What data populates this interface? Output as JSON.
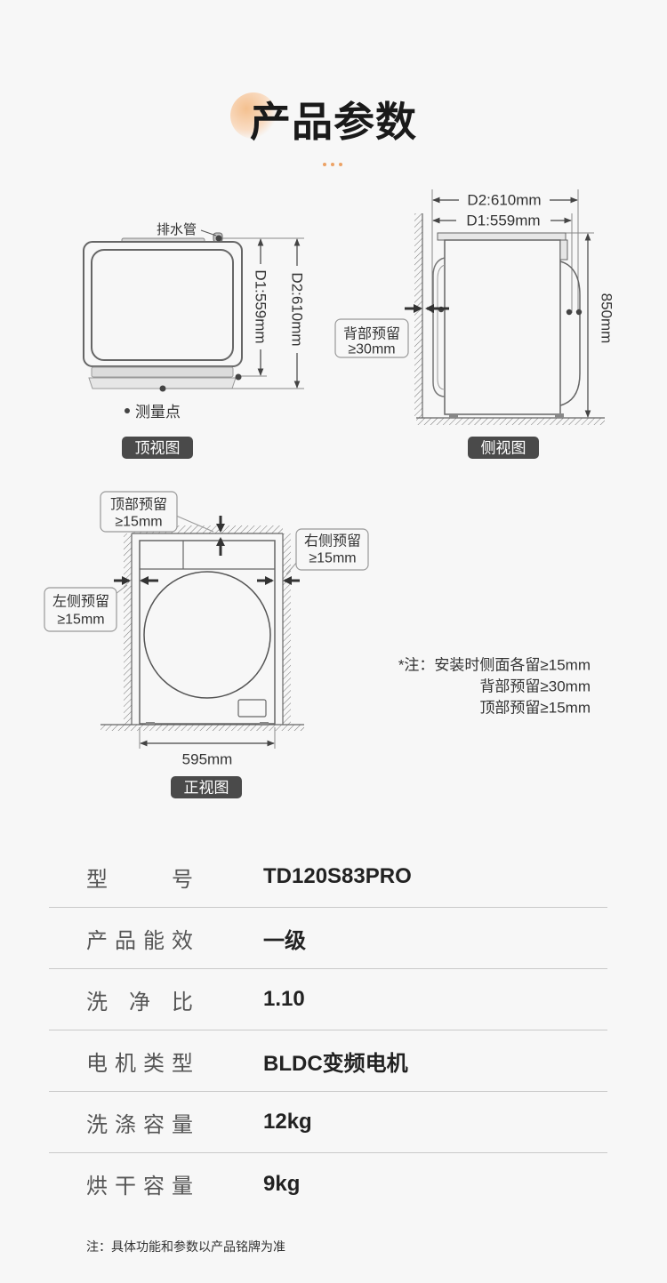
{
  "header": {
    "title": "产品参数"
  },
  "colors": {
    "background": "#f7f7f7",
    "accent": "#eca265",
    "badge": "#4a4a4a",
    "text": "#222222",
    "label": "#555555"
  },
  "diagrams": {
    "top_view": {
      "drain_label": "排水管",
      "d1": "D1:559mm",
      "d2": "D2:610mm",
      "measure_point": "测量点",
      "badge": "顶视图"
    },
    "side_view": {
      "d2": "D2:610mm",
      "d1": "D1:559mm",
      "height": "850mm",
      "rear_label": "背部预留",
      "rear_value": "≥30mm",
      "badge": "侧视图"
    },
    "front_view": {
      "top_label": "顶部预留",
      "top_value": "≥15mm",
      "right_label": "右侧预留",
      "right_value": "≥15mm",
      "left_label": "左侧预留",
      "left_value": "≥15mm",
      "width": "595mm",
      "badge": "正视图"
    }
  },
  "install_note": [
    "*注：安装时侧面各留≥15mm",
    "背部预留≥30mm",
    "顶部预留≥15mm"
  ],
  "specs": [
    {
      "label": "型号",
      "value": "TD120S83PRO"
    },
    {
      "label": "产品能效",
      "value": "一级"
    },
    {
      "label": "洗净比",
      "value": "1.10"
    },
    {
      "label": "电机类型",
      "value": "BLDC变频电机"
    },
    {
      "label": "洗涤容量",
      "value": "12kg"
    },
    {
      "label": "烘干容量",
      "value": "9kg"
    }
  ],
  "footer": {
    "note": "注：具体功能和参数以产品铭牌为准"
  }
}
